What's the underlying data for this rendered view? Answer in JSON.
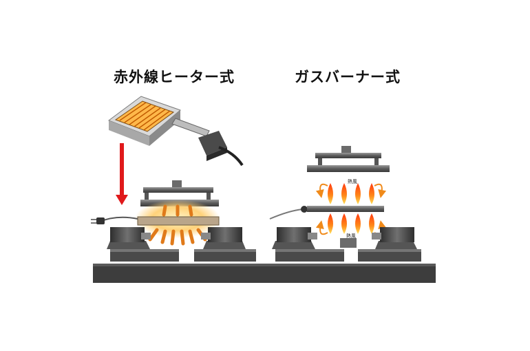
{
  "labels": {
    "infrared": "赤外線ヒーター式",
    "gas": "ガスバーナー式"
  },
  "annotations": {
    "hot_air_top": "熱風",
    "hot_air_bottom": "熱風"
  },
  "colors": {
    "machine_dark": "#3a3a3a",
    "machine_mid": "#6b6b6b",
    "arrow_red": "#e0191b",
    "glow": "#ffd27a",
    "flame": "#ff5a14"
  }
}
